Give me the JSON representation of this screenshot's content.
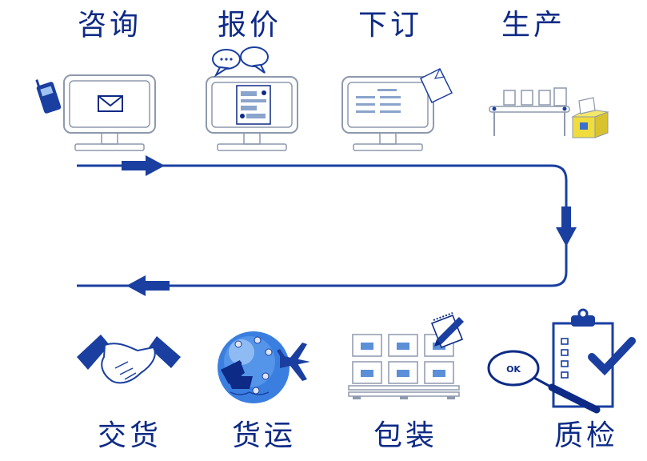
{
  "steps_top": [
    {
      "id": "consult",
      "label": "咨询"
    },
    {
      "id": "quote",
      "label": "报价"
    },
    {
      "id": "order",
      "label": "下订"
    },
    {
      "id": "production",
      "label": "生产"
    }
  ],
  "steps_bottom": [
    {
      "id": "delivery",
      "label": "交货"
    },
    {
      "id": "shipping",
      "label": "货运"
    },
    {
      "id": "packing",
      "label": "包装"
    },
    {
      "id": "qc",
      "label": "质检"
    }
  ],
  "icons": {
    "qc_magnifier_text": "OK"
  },
  "colors": {
    "primary": "#0d2a86",
    "line_blue": "#1a3fa0",
    "light_blue": "#5b8fd8",
    "yellow_box": "#f0dc3c",
    "gray": "#8e99ad"
  }
}
